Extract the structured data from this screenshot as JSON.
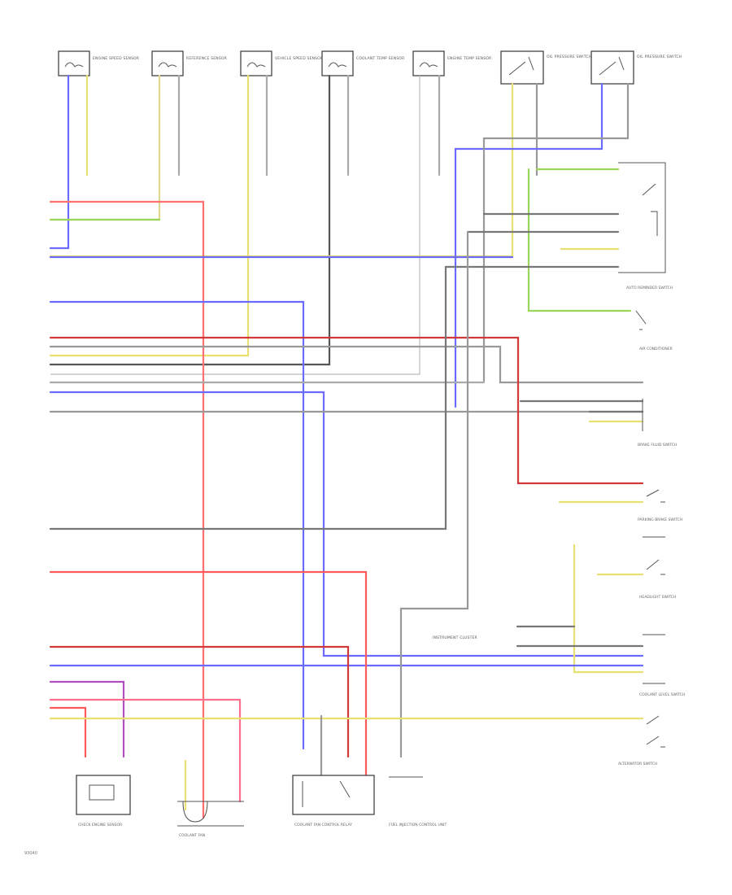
{
  "page_id": "93040",
  "cluster_label": "INSTRUMENT CLUSTER",
  "colors": {
    "red": "#ff5a5a",
    "blue": "#6b6bff",
    "yellow": "#e8e070",
    "green": "#9ad65a",
    "gray": "#9a9a9a",
    "darkgray": "#555555",
    "violet": "#b050c0",
    "darkred": "#d23a3a"
  },
  "top_components": [
    {
      "id": "s1",
      "label": "ENGINE SPEED SENSOR"
    },
    {
      "id": "s2",
      "label": "REFERENCE SENSOR"
    },
    {
      "id": "s3",
      "label": "VEHICLE SPEED SENSOR"
    },
    {
      "id": "s4",
      "label": "COOLANT TEMP SENSOR"
    },
    {
      "id": "s5",
      "label": "ENGINE TEMP SENSOR"
    },
    {
      "id": "s6",
      "label": "OIL PRESSURE SWITCH"
    },
    {
      "id": "s7",
      "label": "OIL PRESSURE SWITCH"
    }
  ],
  "right_components": [
    {
      "id": "r1",
      "label": "AUTO REMINDER SWITCH"
    },
    {
      "id": "r2",
      "label": "AIR CONDITIONER"
    },
    {
      "id": "r3",
      "label": "BRAKE FLUID SWITCH"
    },
    {
      "id": "r4",
      "label": "PARKING BRAKE SWITCH"
    },
    {
      "id": "r5",
      "label": "HEADLIGHT SWITCH"
    },
    {
      "id": "r6",
      "label": "COOLANT LEVEL SWITCH"
    },
    {
      "id": "r7",
      "label": "ALTERNATOR SWITCH"
    }
  ],
  "bottom_components": [
    {
      "id": "b1",
      "label": "CHECK ENGINE SENSOR"
    },
    {
      "id": "b2",
      "label": "COOLANT FAN"
    },
    {
      "id": "b3",
      "label": "COOLANT FAN CONTROL RELAY"
    },
    {
      "id": "b4",
      "label": "FUEL INJECTION CONTROL UNIT"
    }
  ]
}
